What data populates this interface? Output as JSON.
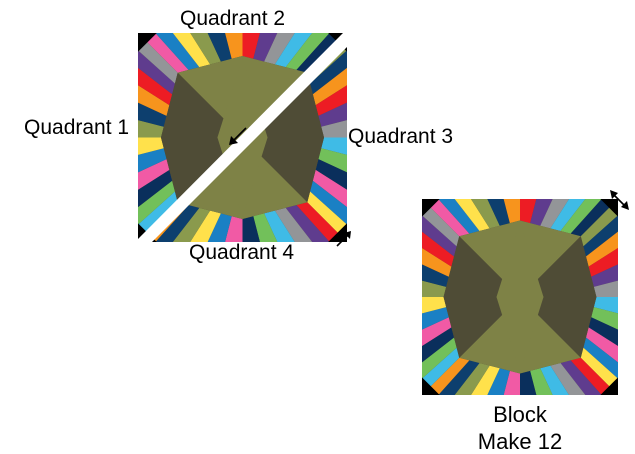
{
  "labels": {
    "quadrant_1": "Quadrant 1",
    "quadrant_2": "Quadrant 2",
    "quadrant_3": "Quadrant 3",
    "quadrant_4": "Quadrant 4",
    "block": "Block",
    "make": "Make 12"
  },
  "colors": {
    "center_olive": "#7e8246",
    "center_dark": "#4f4c36",
    "corner": "#000000",
    "arrow": "#000000",
    "stripes": [
      "#f15aa5",
      "#1a80c4",
      "#ffe14b",
      "#8a9a4d",
      "#0d3f6e",
      "#f7941d",
      "#ed1c24",
      "#5f3c8e",
      "#939598",
      "#3fbbe6",
      "#72c05a",
      "#0a2f5c"
    ]
  }
}
